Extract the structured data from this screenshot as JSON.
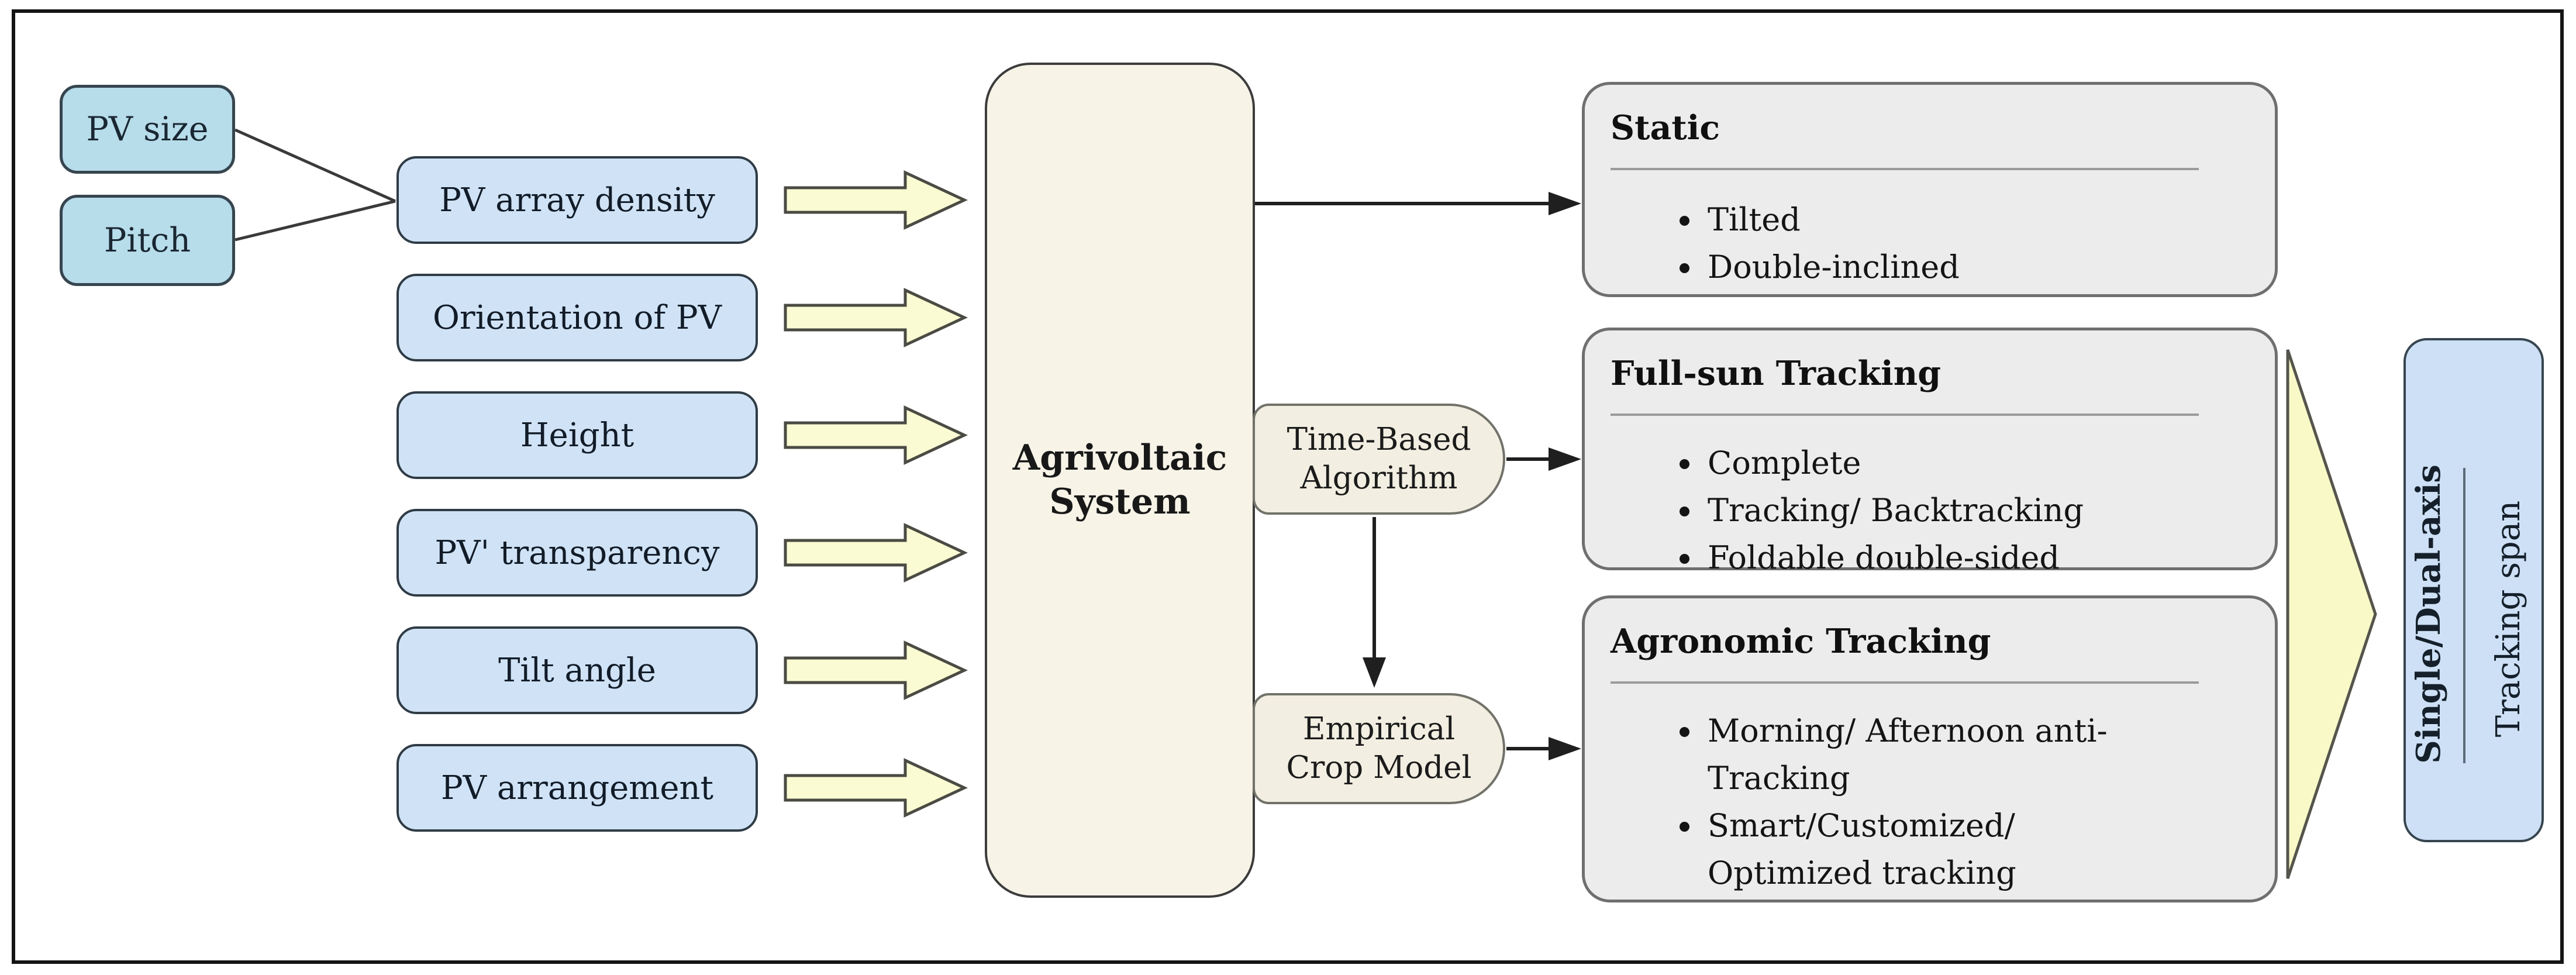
{
  "left_inputs": [
    {
      "label": "PV size"
    },
    {
      "label": "Pitch"
    }
  ],
  "parameters": [
    {
      "label": "PV array density"
    },
    {
      "label": "Orientation of PV"
    },
    {
      "label": "Height"
    },
    {
      "label": "PV' transparency"
    },
    {
      "label": "Tilt angle"
    },
    {
      "label": "PV arrangement"
    }
  ],
  "center": {
    "label": "Agrivoltaic System"
  },
  "pills": [
    {
      "label": "Time-Based Algorithm"
    },
    {
      "label": "Empirical Crop Model"
    }
  ],
  "categories": [
    {
      "title": "Static",
      "items": [
        "Tilted",
        "Double-inclined"
      ]
    },
    {
      "title": "Full-sun Tracking",
      "items": [
        "Complete",
        "Tracking/ Backtracking",
        "Foldable double-sided"
      ]
    },
    {
      "title": "Agronomic Tracking",
      "items": [
        "Morning/ Afternoon anti-Tracking",
        "Smart/Customized/ Optimized tracking"
      ]
    }
  ],
  "axis_box": {
    "primary": "Single/Dual-axis",
    "secondary": "Tracking span"
  },
  "colors": {
    "input_fill": "#b7dcea",
    "param_fill": "#d0e3f6",
    "center_fill": "#f7f3e7",
    "pill_fill": "#f2eee1",
    "category_fill": "#ececec",
    "flow_arrow_fill": "#fafbd2",
    "big_arrow_fill": "#f9f9c8",
    "axis_fill": "#cde0f5",
    "border_dark": "#36454f",
    "line_color": "#1f1f1f"
  }
}
